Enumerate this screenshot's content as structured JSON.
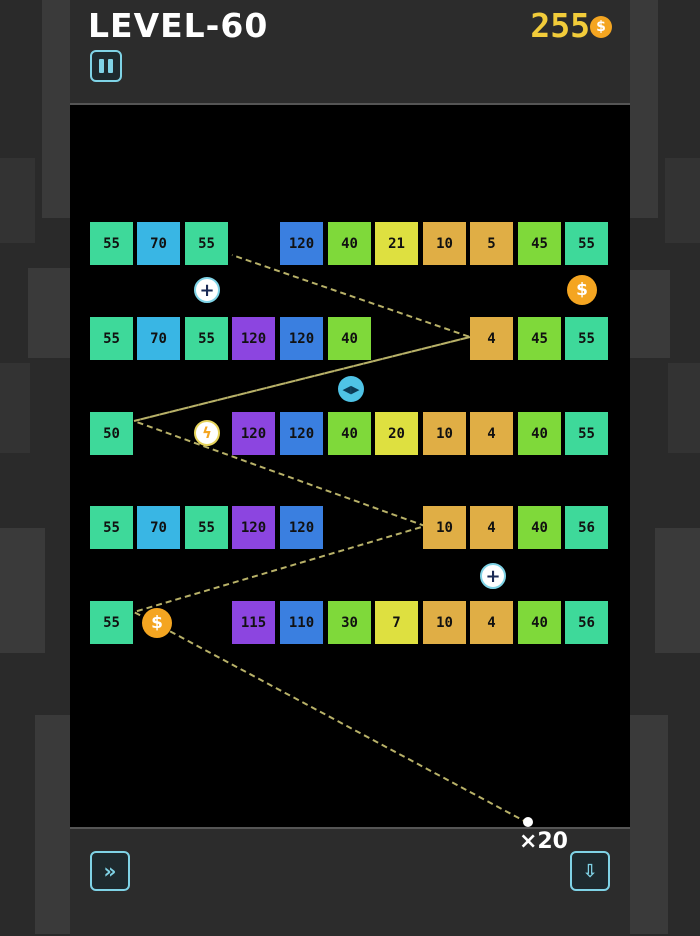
{
  "hud": {
    "level_label": "LEVEL-60",
    "coins": "255",
    "coin_symbol": "$",
    "ball_count": "×20"
  },
  "colors": {
    "teal": "#3ed99a",
    "blue": "#39b6e4",
    "navy": "#3a7fe0",
    "purple": "#8c45e0",
    "green": "#7fd93a",
    "yellow": "#dee040",
    "orange": "#e0ae45",
    "accent": "#7fd3e6",
    "coin": "#f2cc3a"
  },
  "rows": [
    [
      {
        "v": "55",
        "c": "teal"
      },
      {
        "v": "70",
        "c": "blue"
      },
      {
        "v": "55",
        "c": "teal"
      },
      null,
      {
        "v": "120",
        "c": "navy"
      },
      {
        "v": "40",
        "c": "green"
      },
      {
        "v": "21",
        "c": "yellow"
      },
      {
        "v": "10",
        "c": "orange"
      },
      {
        "v": "5",
        "c": "orange"
      },
      {
        "v": "45",
        "c": "green"
      },
      {
        "v": "55",
        "c": "teal"
      }
    ],
    [
      {
        "v": "55",
        "c": "teal"
      },
      {
        "v": "70",
        "c": "blue"
      },
      {
        "v": "55",
        "c": "teal"
      },
      {
        "v": "120",
        "c": "purple"
      },
      {
        "v": "120",
        "c": "navy"
      },
      {
        "v": "40",
        "c": "green"
      },
      null,
      null,
      {
        "v": "4",
        "c": "orange"
      },
      {
        "v": "45",
        "c": "green"
      },
      {
        "v": "55",
        "c": "teal"
      }
    ],
    [
      {
        "v": "50",
        "c": "teal"
      },
      null,
      null,
      {
        "v": "120",
        "c": "purple"
      },
      {
        "v": "120",
        "c": "navy"
      },
      {
        "v": "40",
        "c": "green"
      },
      {
        "v": "20",
        "c": "yellow"
      },
      {
        "v": "10",
        "c": "orange"
      },
      {
        "v": "4",
        "c": "orange"
      },
      {
        "v": "40",
        "c": "green"
      },
      {
        "v": "55",
        "c": "teal"
      }
    ],
    [
      {
        "v": "55",
        "c": "teal"
      },
      {
        "v": "70",
        "c": "blue"
      },
      {
        "v": "55",
        "c": "teal"
      },
      {
        "v": "120",
        "c": "purple"
      },
      {
        "v": "120",
        "c": "navy"
      },
      null,
      null,
      {
        "v": "10",
        "c": "orange"
      },
      {
        "v": "4",
        "c": "orange"
      },
      {
        "v": "40",
        "c": "green"
      },
      {
        "v": "56",
        "c": "teal"
      }
    ],
    [
      {
        "v": "55",
        "c": "teal"
      },
      null,
      null,
      {
        "v": "115",
        "c": "purple"
      },
      {
        "v": "110",
        "c": "navy"
      },
      {
        "v": "30",
        "c": "green"
      },
      {
        "v": "7",
        "c": "yellow"
      },
      {
        "v": "10",
        "c": "orange"
      },
      {
        "v": "4",
        "c": "orange"
      },
      {
        "v": "40",
        "c": "green"
      },
      {
        "v": "56",
        "c": "teal"
      }
    ]
  ],
  "pickups": [
    {
      "type": "plus",
      "name": "extra-ball-pickup"
    },
    {
      "type": "coin",
      "name": "coin-pickup"
    },
    {
      "type": "dir",
      "name": "direction-pickup"
    },
    {
      "type": "bolt",
      "name": "lightning-pickup"
    },
    {
      "type": "plus",
      "name": "extra-ball-pickup"
    },
    {
      "type": "coin",
      "name": "coin-pickup"
    }
  ],
  "pickup_glyphs": {
    "plus": "+",
    "coin": "$",
    "bolt": "ϟ",
    "dir": "◀▶"
  }
}
